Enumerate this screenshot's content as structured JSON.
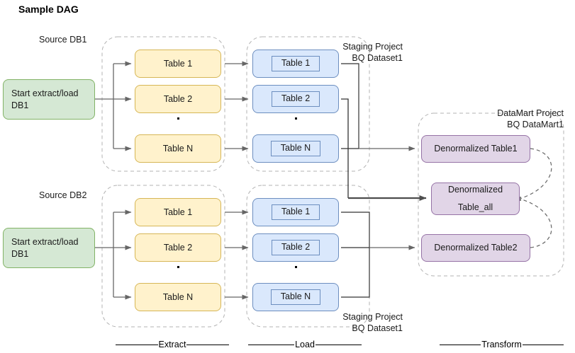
{
  "title": "Sample DAG",
  "labels": {
    "source_db1": "Source DB1",
    "source_db2": "Source DB2",
    "staging_top_line1": "Staging Project",
    "staging_top_line2": "BQ Dataset1",
    "staging_bottom_line1": "Staging Project",
    "staging_bottom_line2": "BQ Dataset1",
    "datamart_line1": "DataMart Project",
    "datamart_line2": "BQ DataMart1"
  },
  "start_nodes": [
    {
      "id": "start-db1",
      "text": "Start extract/load DB1"
    },
    {
      "id": "start-db2",
      "text": "Start extract/load DB1"
    }
  ],
  "extract": {
    "group1": [
      "Table 1",
      "Table 2",
      "Table N"
    ],
    "group2": [
      "Table 1",
      "Table 2",
      "Table N"
    ]
  },
  "load": {
    "group1": [
      "Table 1",
      "Table 2",
      "Table N"
    ],
    "group2": [
      "Table 1",
      "Table 2",
      "Table N"
    ]
  },
  "transform": {
    "nodes": [
      {
        "id": "denorm-table1",
        "line1": "Denormalized Table1",
        "line2": ""
      },
      {
        "id": "denorm-table-all",
        "line1": "Denormalized",
        "line2": "Table_all"
      },
      {
        "id": "denorm-table2",
        "line1": "Denormalized Table2",
        "line2": ""
      }
    ]
  },
  "phases": [
    {
      "id": "extract",
      "label": "Extract"
    },
    {
      "id": "load",
      "label": "Load"
    },
    {
      "id": "transform",
      "label": "Transform"
    }
  ],
  "colors": {
    "start_fill": "#d5e8d4",
    "start_stroke": "#82b366",
    "extract_fill": "#fff2cc",
    "extract_stroke": "#d6b656",
    "load_fill": "#dae8fc",
    "load_stroke": "#6c8ebf",
    "transform_fill": "#e1d5e7",
    "transform_stroke": "#9673a6",
    "connector": "#666666",
    "container_dash": "#b3b3b3"
  }
}
